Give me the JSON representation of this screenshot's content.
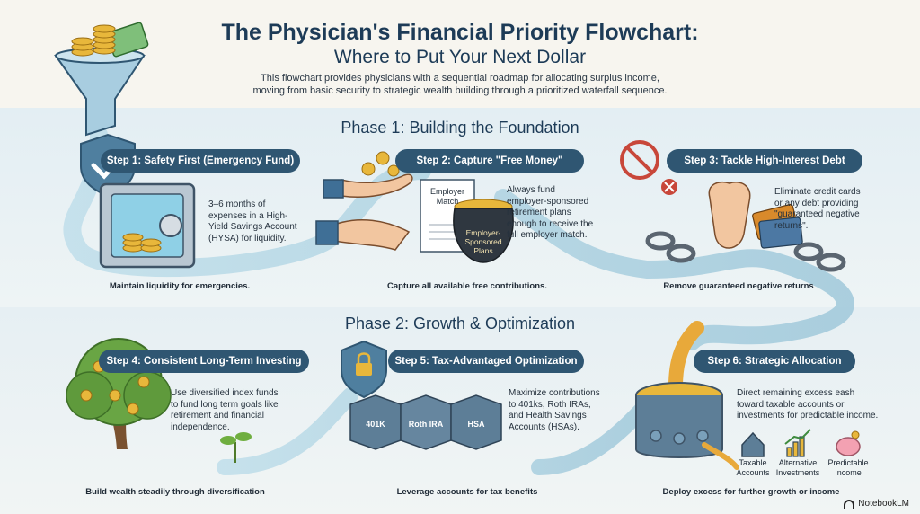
{
  "header": {
    "title_line1": "The Physician's Financial Priority Flowchart:",
    "title_line2": "Where to Put Your Next Dollar",
    "intro_line1": "This flowchart provides physicians with a sequential roadmap for allocating surplus income,",
    "intro_line2": "moving from basic security to strategic wealth building through a prioritized waterfall sequence."
  },
  "phases": [
    {
      "title": "Phase 1: Building the Foundation"
    },
    {
      "title": "Phase 2: Growth & Optimization"
    }
  ],
  "steps": [
    {
      "title": "Step 1: Safety First (Emergency Fund)",
      "desc": [
        "3–6 months of",
        "expenses in a High-",
        "Yield Savings Account",
        "(HYSA) for liquidity."
      ],
      "caption": "Maintain liquidity for emergencies."
    },
    {
      "title": "Step 2: Capture \"Free Money\"",
      "desc": [
        "Always fund",
        "employer-sponsored",
        "retirement plans",
        "enough to receive the",
        "full employer match."
      ],
      "caption": "Capture all available free contributions.",
      "doc_label": [
        "Employer",
        "Match"
      ],
      "pot_label": [
        "Employer-",
        "Sponsored",
        "Plans"
      ]
    },
    {
      "title": "Step 3: Tackle High-Interest Debt",
      "desc": [
        "Eliminate credit cards",
        "or any debt providing",
        "\"guaranteed negative",
        "returns\"."
      ],
      "caption": "Remove guaranteed negative returns"
    },
    {
      "title": "Step 4: Consistent Long-Term Investing",
      "desc": [
        "Use diversified index funds",
        "to fund long term goals like",
        "retirement and financial",
        "independence."
      ],
      "caption": "Build wealth steadily through diversification"
    },
    {
      "title": "Step 5: Tax-Advantaged Optimization",
      "desc": [
        "Maximize contributions",
        "to 401ks, Roth IRAs,",
        "and Health Savings",
        "Accounts (HSAs)."
      ],
      "caption": "Leverage accounts for tax benefits",
      "boxes": [
        "401K",
        "Roth IRA",
        "HSA"
      ]
    },
    {
      "title": "Step 6: Strategic Allocation",
      "desc": [
        "Direct remaining excess eash",
        "toward taxable accounts or",
        "investments for predictable income."
      ],
      "caption": "Deploy excess for further growth or income",
      "allocations": [
        {
          "line1": "Taxable",
          "line2": "Accounts",
          "icon": "house-icon"
        },
        {
          "line1": "Alternative",
          "line2": "Investments",
          "icon": "growth-chart-icon"
        },
        {
          "line1": "Predictable",
          "line2": "Income",
          "icon": "piggy-bank-icon"
        }
      ]
    }
  ],
  "brand": {
    "name": "NotebookLM"
  },
  "colors": {
    "navy": "#2f5672",
    "title": "#1d3b57",
    "stream": "#a9cfe0",
    "gold": "#e0a92c"
  }
}
